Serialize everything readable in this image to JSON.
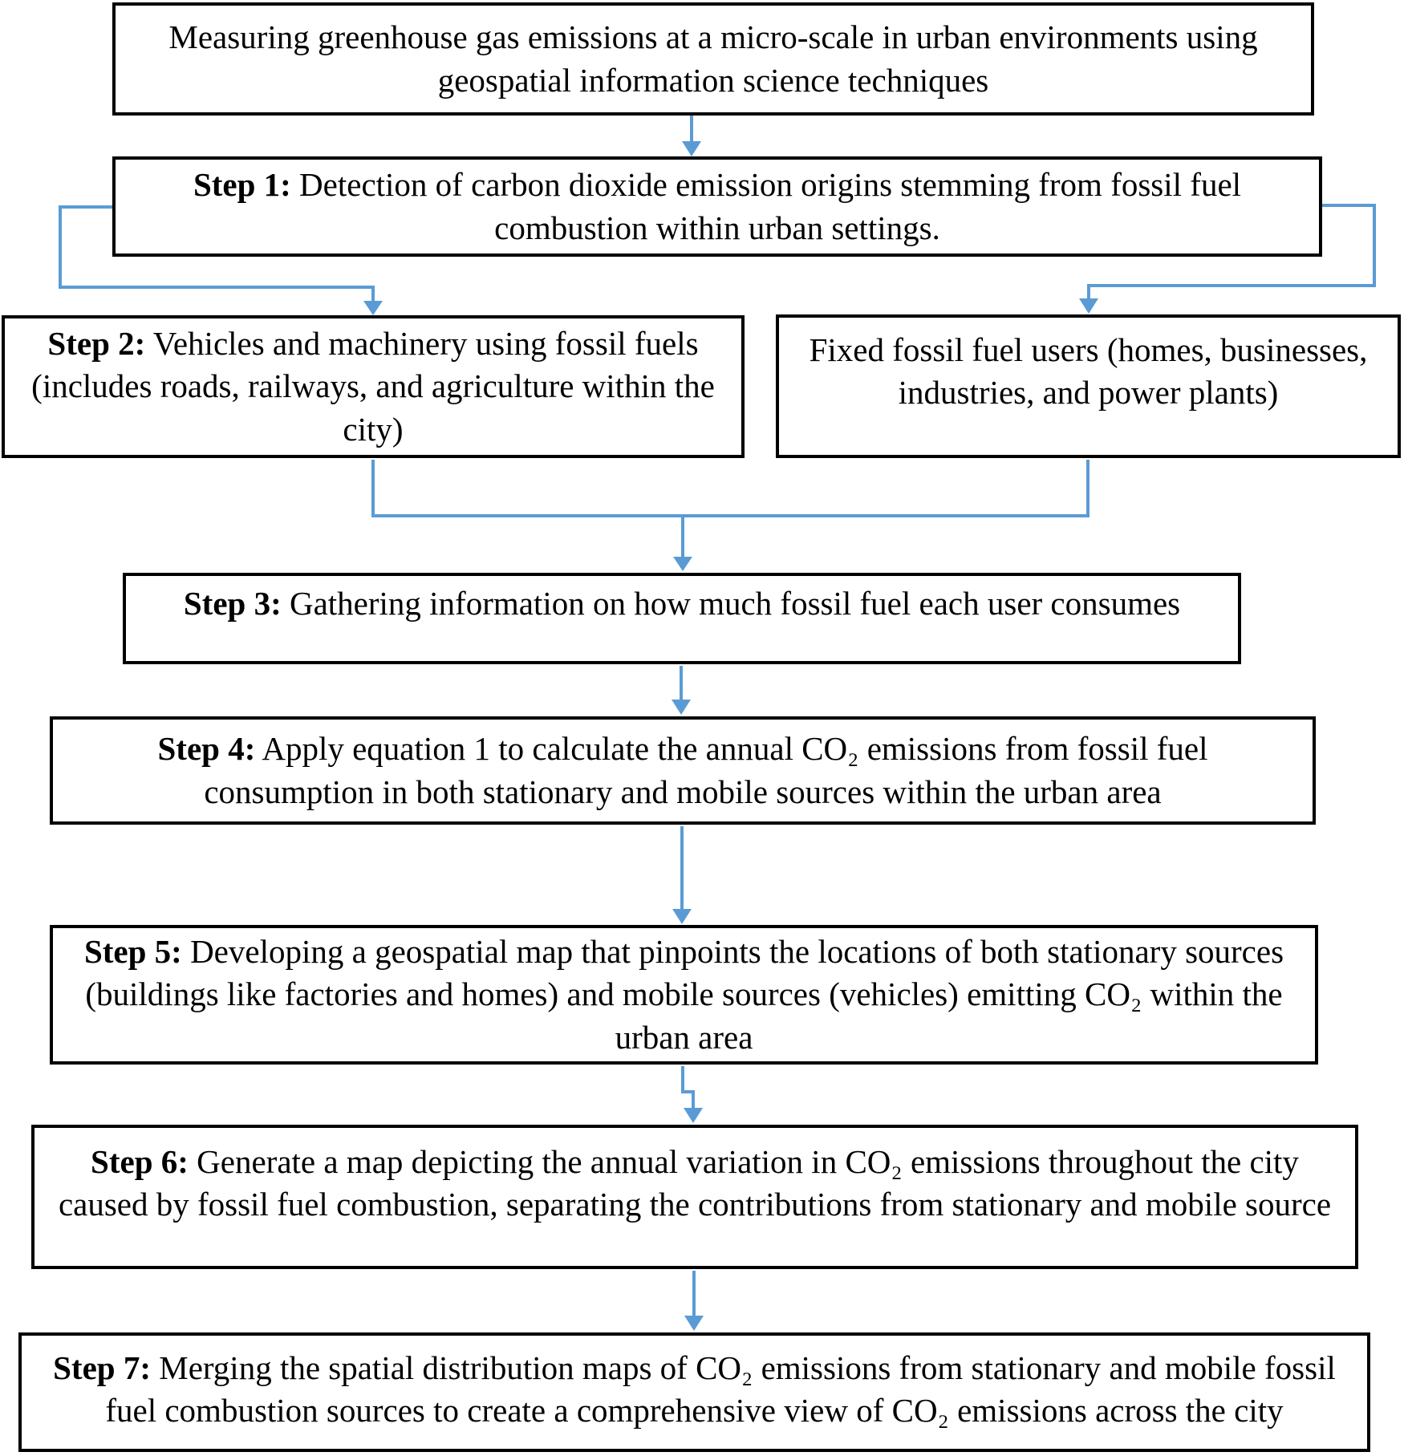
{
  "diagram": {
    "colors": {
      "arrow_blue": "#5B9BD5",
      "box_border": "#000000",
      "text": "#000000",
      "background": "#FFFFFF"
    },
    "boxes": [
      {
        "id": "title",
        "label": "",
        "text": "Measuring greenhouse gas emissions at a micro-scale in urban environments using geospatial information science techniques"
      },
      {
        "id": "step1",
        "label": "Step 1:",
        "text": " Detection of carbon dioxide emission origins stemming from fossil fuel combustion within urban settings."
      },
      {
        "id": "step2",
        "label": "Step 2:",
        "text": " Vehicles and machinery using fossil fuels (includes roads, railways, and agriculture within the city)"
      },
      {
        "id": "fixed-users",
        "label": "",
        "text": "Fixed fossil fuel users (homes, businesses, industries, and power plants)"
      },
      {
        "id": "step3",
        "label": "Step 3:",
        "text": " Gathering information on how much fossil fuel each user consumes"
      },
      {
        "id": "step4",
        "label": "Step 4:",
        "text": " Apply equation 1 to calculate the annual CO₂ emissions from fossil fuel consumption in both stationary and mobile sources within the urban area"
      },
      {
        "id": "step5",
        "label": "Step 5:",
        "text": " Developing a geospatial map that pinpoints the locations of both stationary sources (buildings like factories and homes) and mobile sources (vehicles) emitting CO₂ within the urban area"
      },
      {
        "id": "step6",
        "label": "Step 6:",
        "text": " Generate a map depicting the annual variation in CO₂ emissions throughout the city caused by fossil fuel combustion, separating the contributions from stationary and mobile source"
      },
      {
        "id": "step7",
        "label": "Step 7:",
        "text": " Merging the spatial distribution maps of CO₂ emissions from stationary and mobile fossil fuel combustion sources to create a comprehensive view of CO₂ emissions across the city"
      }
    ],
    "connectors": [
      {
        "name": "title-to-step1"
      },
      {
        "name": "step1-to-step2"
      },
      {
        "name": "step1-to-fixed-users"
      },
      {
        "name": "step2-and-fixed-users-merge"
      },
      {
        "name": "merge-to-step3"
      },
      {
        "name": "step3-to-step4"
      },
      {
        "name": "step4-to-step5"
      },
      {
        "name": "step5-to-step6"
      },
      {
        "name": "step6-to-step7"
      }
    ]
  }
}
